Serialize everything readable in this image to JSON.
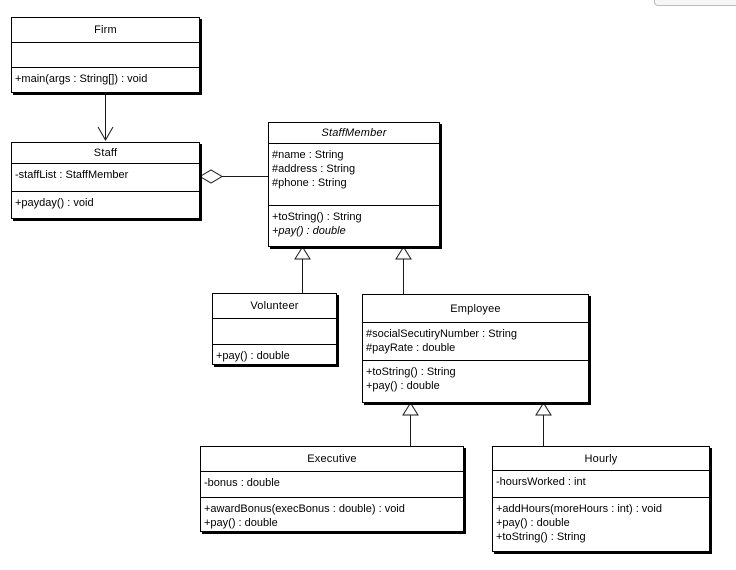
{
  "diagram": {
    "kind": "uml-class-diagram",
    "background_color": "#ffffff",
    "line_color": "#000000",
    "box_fill": "#ffffff"
  },
  "classes": [
    {
      "name": "Firm",
      "abstract": false,
      "attributes": [],
      "operations": [
        "+main(args : String[]) : void"
      ]
    },
    {
      "name": "Staff",
      "abstract": false,
      "attributes": [
        "-staffList : StaffMember"
      ],
      "operations": [
        "+payday() : void"
      ]
    },
    {
      "name": "StaffMember",
      "abstract": true,
      "attributes": [
        "#name : String",
        "#address : String",
        "#phone : String"
      ],
      "operations": [
        "+toString() : String",
        "+pay() : double"
      ]
    },
    {
      "name": "Volunteer",
      "abstract": false,
      "attributes": [],
      "operations": [
        "+pay() : double"
      ]
    },
    {
      "name": "Employee",
      "abstract": false,
      "attributes": [
        "#socialSecutiryNumber : String",
        "#payRate : double"
      ],
      "operations": [
        "+toString() : String",
        "+pay() : double"
      ]
    },
    {
      "name": "Executive",
      "abstract": false,
      "attributes": [
        "-bonus : double"
      ],
      "operations": [
        "+awardBonus(execBonus : double) : void",
        "+pay() : double"
      ]
    },
    {
      "name": "Hourly",
      "abstract": false,
      "attributes": [
        "-hoursWorked : int"
      ],
      "operations": [
        "+addHours(moreHours : int) : void",
        "+pay() : double",
        "+toString() : String"
      ]
    }
  ],
  "relationships": [
    {
      "type": "directed-association",
      "from": "Firm",
      "to": "Staff"
    },
    {
      "type": "aggregation",
      "whole": "Staff",
      "part": "StaffMember"
    },
    {
      "type": "generalization",
      "child": "Volunteer",
      "parent": "StaffMember"
    },
    {
      "type": "generalization",
      "child": "Employee",
      "parent": "StaffMember"
    },
    {
      "type": "generalization",
      "child": "Executive",
      "parent": "Employee"
    },
    {
      "type": "generalization",
      "child": "Hourly",
      "parent": "Employee"
    }
  ]
}
